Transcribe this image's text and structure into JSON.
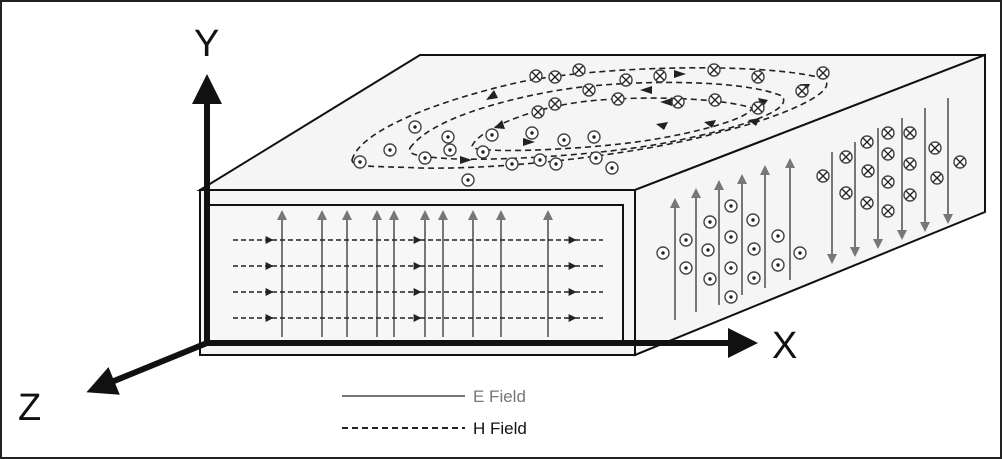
{
  "axes": {
    "y_label": "Y",
    "x_label": "X",
    "z_label": "Z"
  },
  "legend": {
    "e_field_label": "E Field",
    "h_field_label": "H Field"
  },
  "colors": {
    "outline": "#111111",
    "box_face": "#f2f2f2",
    "e_field": "#777777",
    "h_field": "#222222",
    "e_label": "#777777",
    "h_label": "#111111"
  },
  "symbols": {
    "out_of_page": "dot-in-circle",
    "into_page": "cross-in-circle"
  }
}
